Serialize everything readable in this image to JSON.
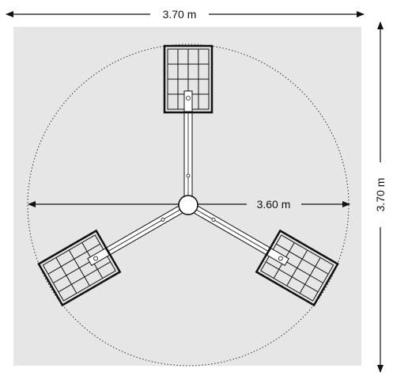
{
  "dimensions": {
    "width_label": "3.70 m",
    "depth_label": "3.70 m",
    "diameter_label": "3.60 m"
  },
  "colors": {
    "background": "#ffffff",
    "footprint_area": "#e6e6e6",
    "line": "#111111",
    "panel_fill": "#e6e6e6"
  }
}
